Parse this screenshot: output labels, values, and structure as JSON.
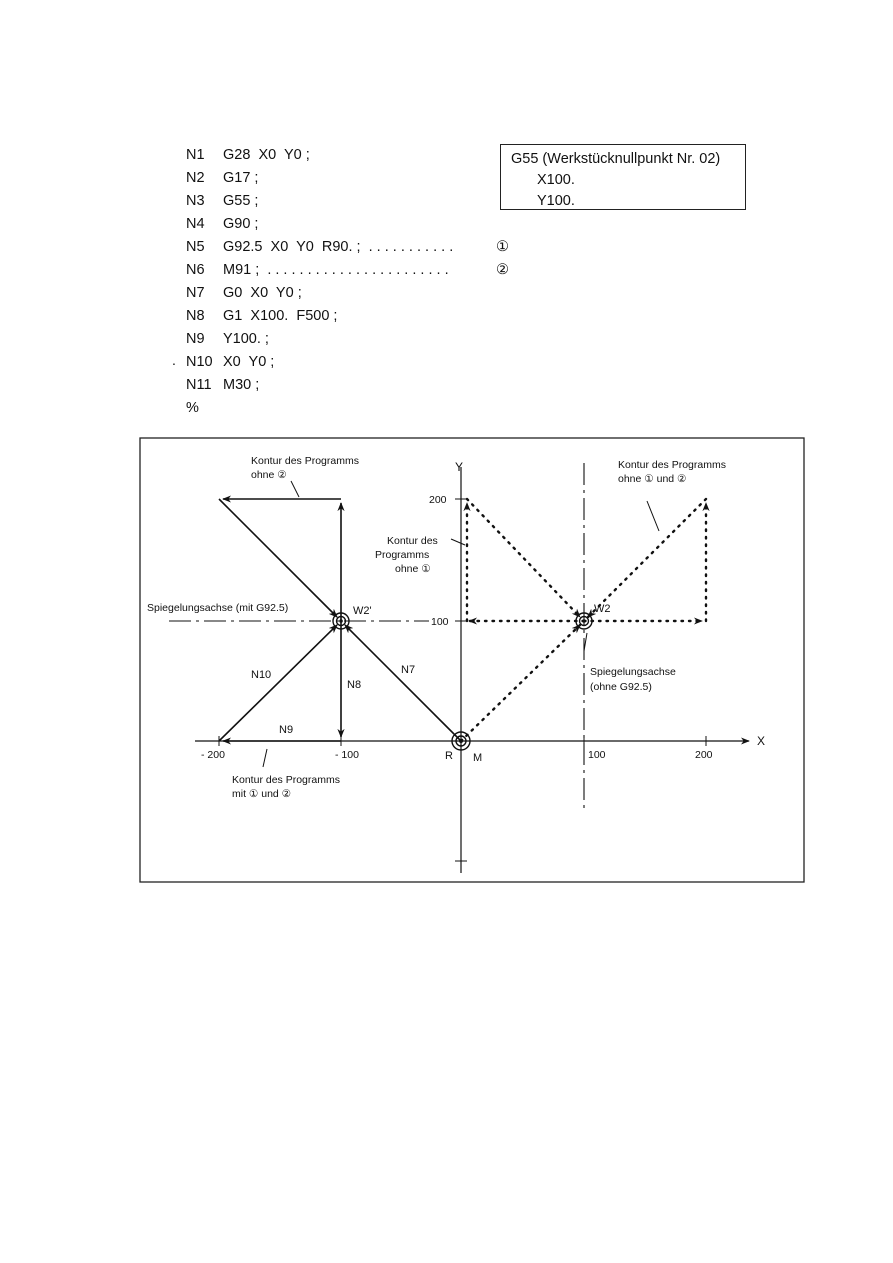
{
  "program": {
    "lines": [
      {
        "n": "N1",
        "stmt": "G28  X0  Y0 ;",
        "marker": ""
      },
      {
        "n": "N2",
        "stmt": "G17 ;",
        "marker": ""
      },
      {
        "n": "N3",
        "stmt": "G55 ;",
        "marker": ""
      },
      {
        "n": "N4",
        "stmt": "G90 ;",
        "marker": ""
      },
      {
        "n": "N5",
        "stmt": "G92.5  X0  Y0  R90. ;  . . . . . . . . . . .",
        "marker": "①"
      },
      {
        "n": "N6",
        "stmt": "M91 ;  . . . . . . . . . . . . . . . . . . . . . . .",
        "marker": "②"
      },
      {
        "n": "N7",
        "stmt": "G0  X0  Y0 ;",
        "marker": ""
      },
      {
        "n": "N8",
        "stmt": "G1  X100.  F500 ;",
        "marker": ""
      },
      {
        "n": "N9",
        "stmt": "Y100. ;",
        "marker": ""
      },
      {
        "n": "N10",
        "stmt": "X0  Y0 ;",
        "marker": ""
      },
      {
        "n": "N11",
        "stmt": "M30 ;",
        "marker": ""
      }
    ],
    "end": "%"
  },
  "infobox": {
    "title": "G55 (Werkstücknullpunkt Nr. 02)",
    "x": "X100.",
    "y": "Y100."
  },
  "figure": {
    "axis_x": "X",
    "axis_y": "Y",
    "ticks_x": [
      "- 200",
      "- 100",
      "100",
      "200"
    ],
    "ticks_y": [
      "200",
      "100"
    ],
    "label_R": "R",
    "label_M": "M",
    "label_W2": "W2",
    "label_W2p": "W2'",
    "seg_N7": "N7",
    "seg_N8": "N8",
    "seg_N9": "N9",
    "seg_N10": "N10",
    "mirror_with": "Spiegelungsachse (mit G92.5)",
    "mirror_without_1": "Spiegelungsachse",
    "mirror_without_2": "(ohne G92.5)",
    "contour_no2_1": "Kontur des Programms",
    "contour_no2_2": "ohne ②",
    "contour_no12_1": "Kontur des Programms",
    "contour_no12_2": "ohne ① und ②",
    "contour_no1_1": "Kontur des",
    "contour_no1_2": "Programms",
    "contour_no1_3": "ohne ①",
    "contour_with12_1": "Kontur des Programms",
    "contour_with12_2": "mit ① und ②"
  }
}
